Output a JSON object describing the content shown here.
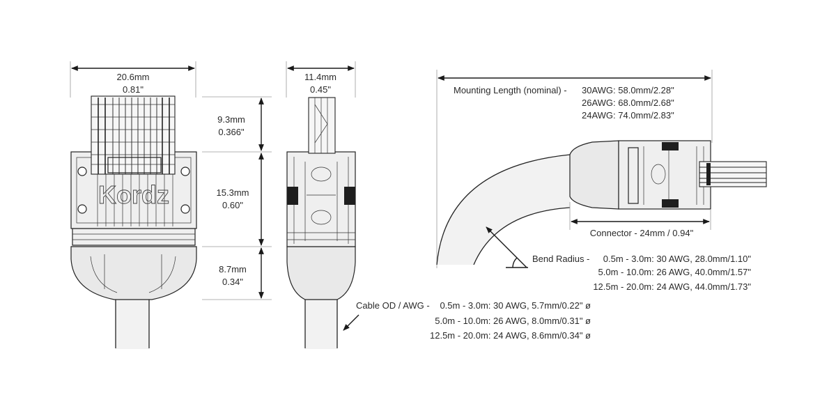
{
  "front_view": {
    "width_mm": "20.6mm",
    "width_in": "0.81\"",
    "logo_text": "Kordz"
  },
  "side_view": {
    "width_mm": "11.4mm",
    "width_in": "0.45\"",
    "h1_mm": "9.3mm",
    "h1_in": "0.366\"",
    "h2_mm": "15.3mm",
    "h2_in": "0.60\"",
    "h3_mm": "8.7mm",
    "h3_in": "0.34\""
  },
  "mounting": {
    "label": "Mounting Length (nominal) -",
    "lines": [
      "30AWG: 58.0mm/2.28\"",
      "26AWG: 68.0mm/2.68\"",
      "24AWG: 74.0mm/2.83\""
    ]
  },
  "connector": {
    "label": "Connector - 24mm / 0.94\""
  },
  "bend_radius": {
    "label": "Bend Radius -",
    "lines": [
      "0.5m - 3.0m: 30 AWG, 28.0mm/1.10\"",
      "5.0m - 10.0m: 26 AWG, 40.0mm/1.57\"",
      "12.5m - 20.0m: 24 AWG, 44.0mm/1.73\""
    ]
  },
  "cable_od": {
    "label": "Cable OD / AWG -",
    "lines": [
      "0.5m - 3.0m: 30 AWG, 5.7mm/0.22\" ø",
      "5.0m - 10.0m: 26 AWG, 8.0mm/0.31\" ø",
      "12.5m - 20.0m: 24 AWG, 8.6mm/0.34\" ø"
    ]
  }
}
